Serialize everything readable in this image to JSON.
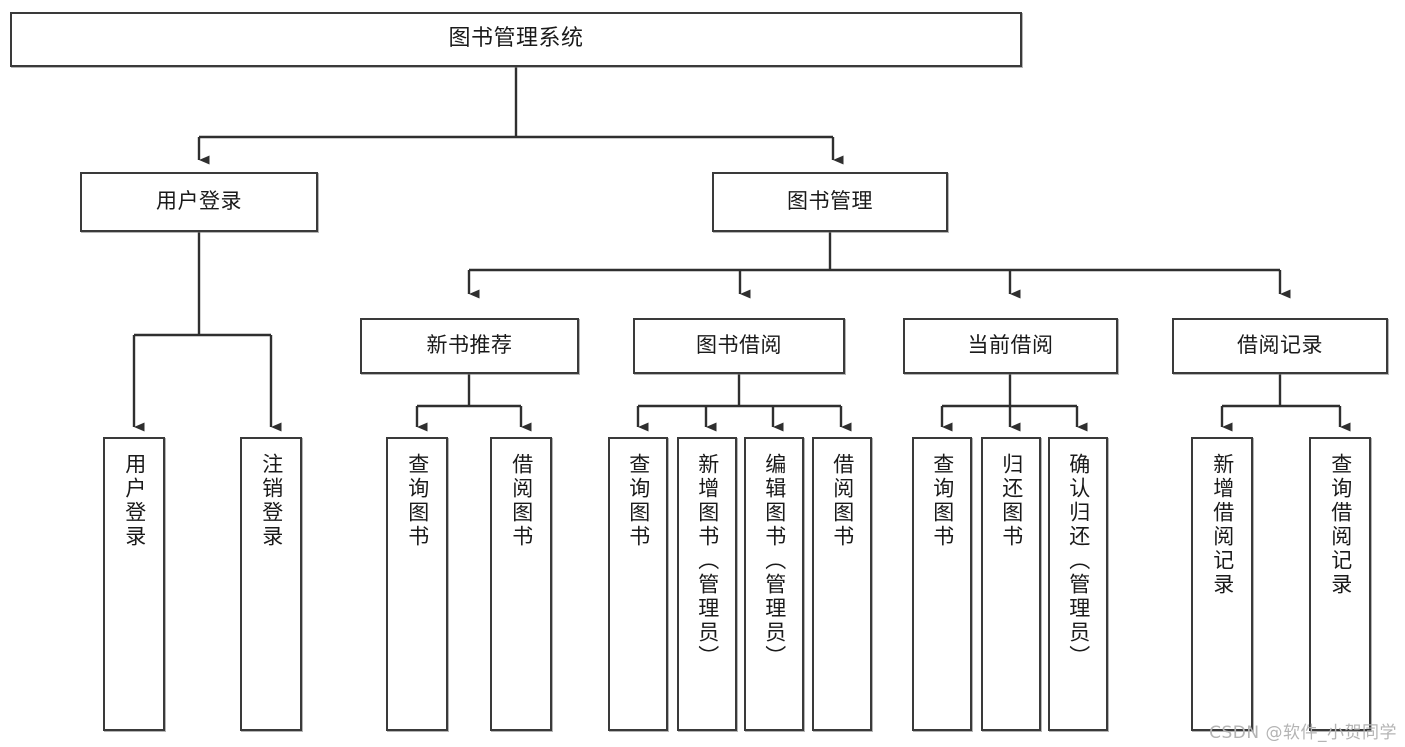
{
  "diagram": {
    "title": "图书管理系统",
    "watermark": "CSDN @软件_小贺同学",
    "nodes": {
      "root": {
        "label": "图书管理系统"
      },
      "level1": [
        {
          "id": "user-login",
          "label": "用户登录"
        },
        {
          "id": "book-manage",
          "label": "图书管理"
        }
      ],
      "level2": [
        {
          "id": "new-book-rec",
          "label": "新书推荐"
        },
        {
          "id": "book-borrow",
          "label": "图书借阅"
        },
        {
          "id": "current-borrow",
          "label": "当前借阅"
        },
        {
          "id": "borrow-record",
          "label": "借阅记录"
        }
      ],
      "leaves": {
        "user_login": [
          {
            "id": "leaf-user-login",
            "label": "用户登录"
          },
          {
            "id": "leaf-logout-login",
            "label": "注销登录"
          }
        ],
        "new_book_rec": [
          {
            "id": "leaf-query-book-1",
            "label": "查询图书"
          },
          {
            "id": "leaf-borrow-book-1",
            "label": "借阅图书"
          }
        ],
        "book_borrow": [
          {
            "id": "leaf-query-book-2",
            "label": "查询图书"
          },
          {
            "id": "leaf-add-book",
            "label": "新增图书（管理员）"
          },
          {
            "id": "leaf-edit-book",
            "label": "编辑图书（管理员）"
          },
          {
            "id": "leaf-borrow-book-2",
            "label": "借阅图书"
          }
        ],
        "current_borrow": [
          {
            "id": "leaf-query-book-3",
            "label": "查询图书"
          },
          {
            "id": "leaf-return-book",
            "label": "归还图书"
          },
          {
            "id": "leaf-confirm-return",
            "label": "确认归还（管理员）"
          }
        ],
        "borrow_record": [
          {
            "id": "leaf-add-record",
            "label": "新增借阅记录"
          },
          {
            "id": "leaf-query-record",
            "label": "查询借阅记录"
          }
        ]
      }
    },
    "colors": {
      "stroke": "#3a3a3a",
      "fill": "#ffffff",
      "text": "#1a1a1a",
      "watermark": "#b4b4b4"
    }
  }
}
